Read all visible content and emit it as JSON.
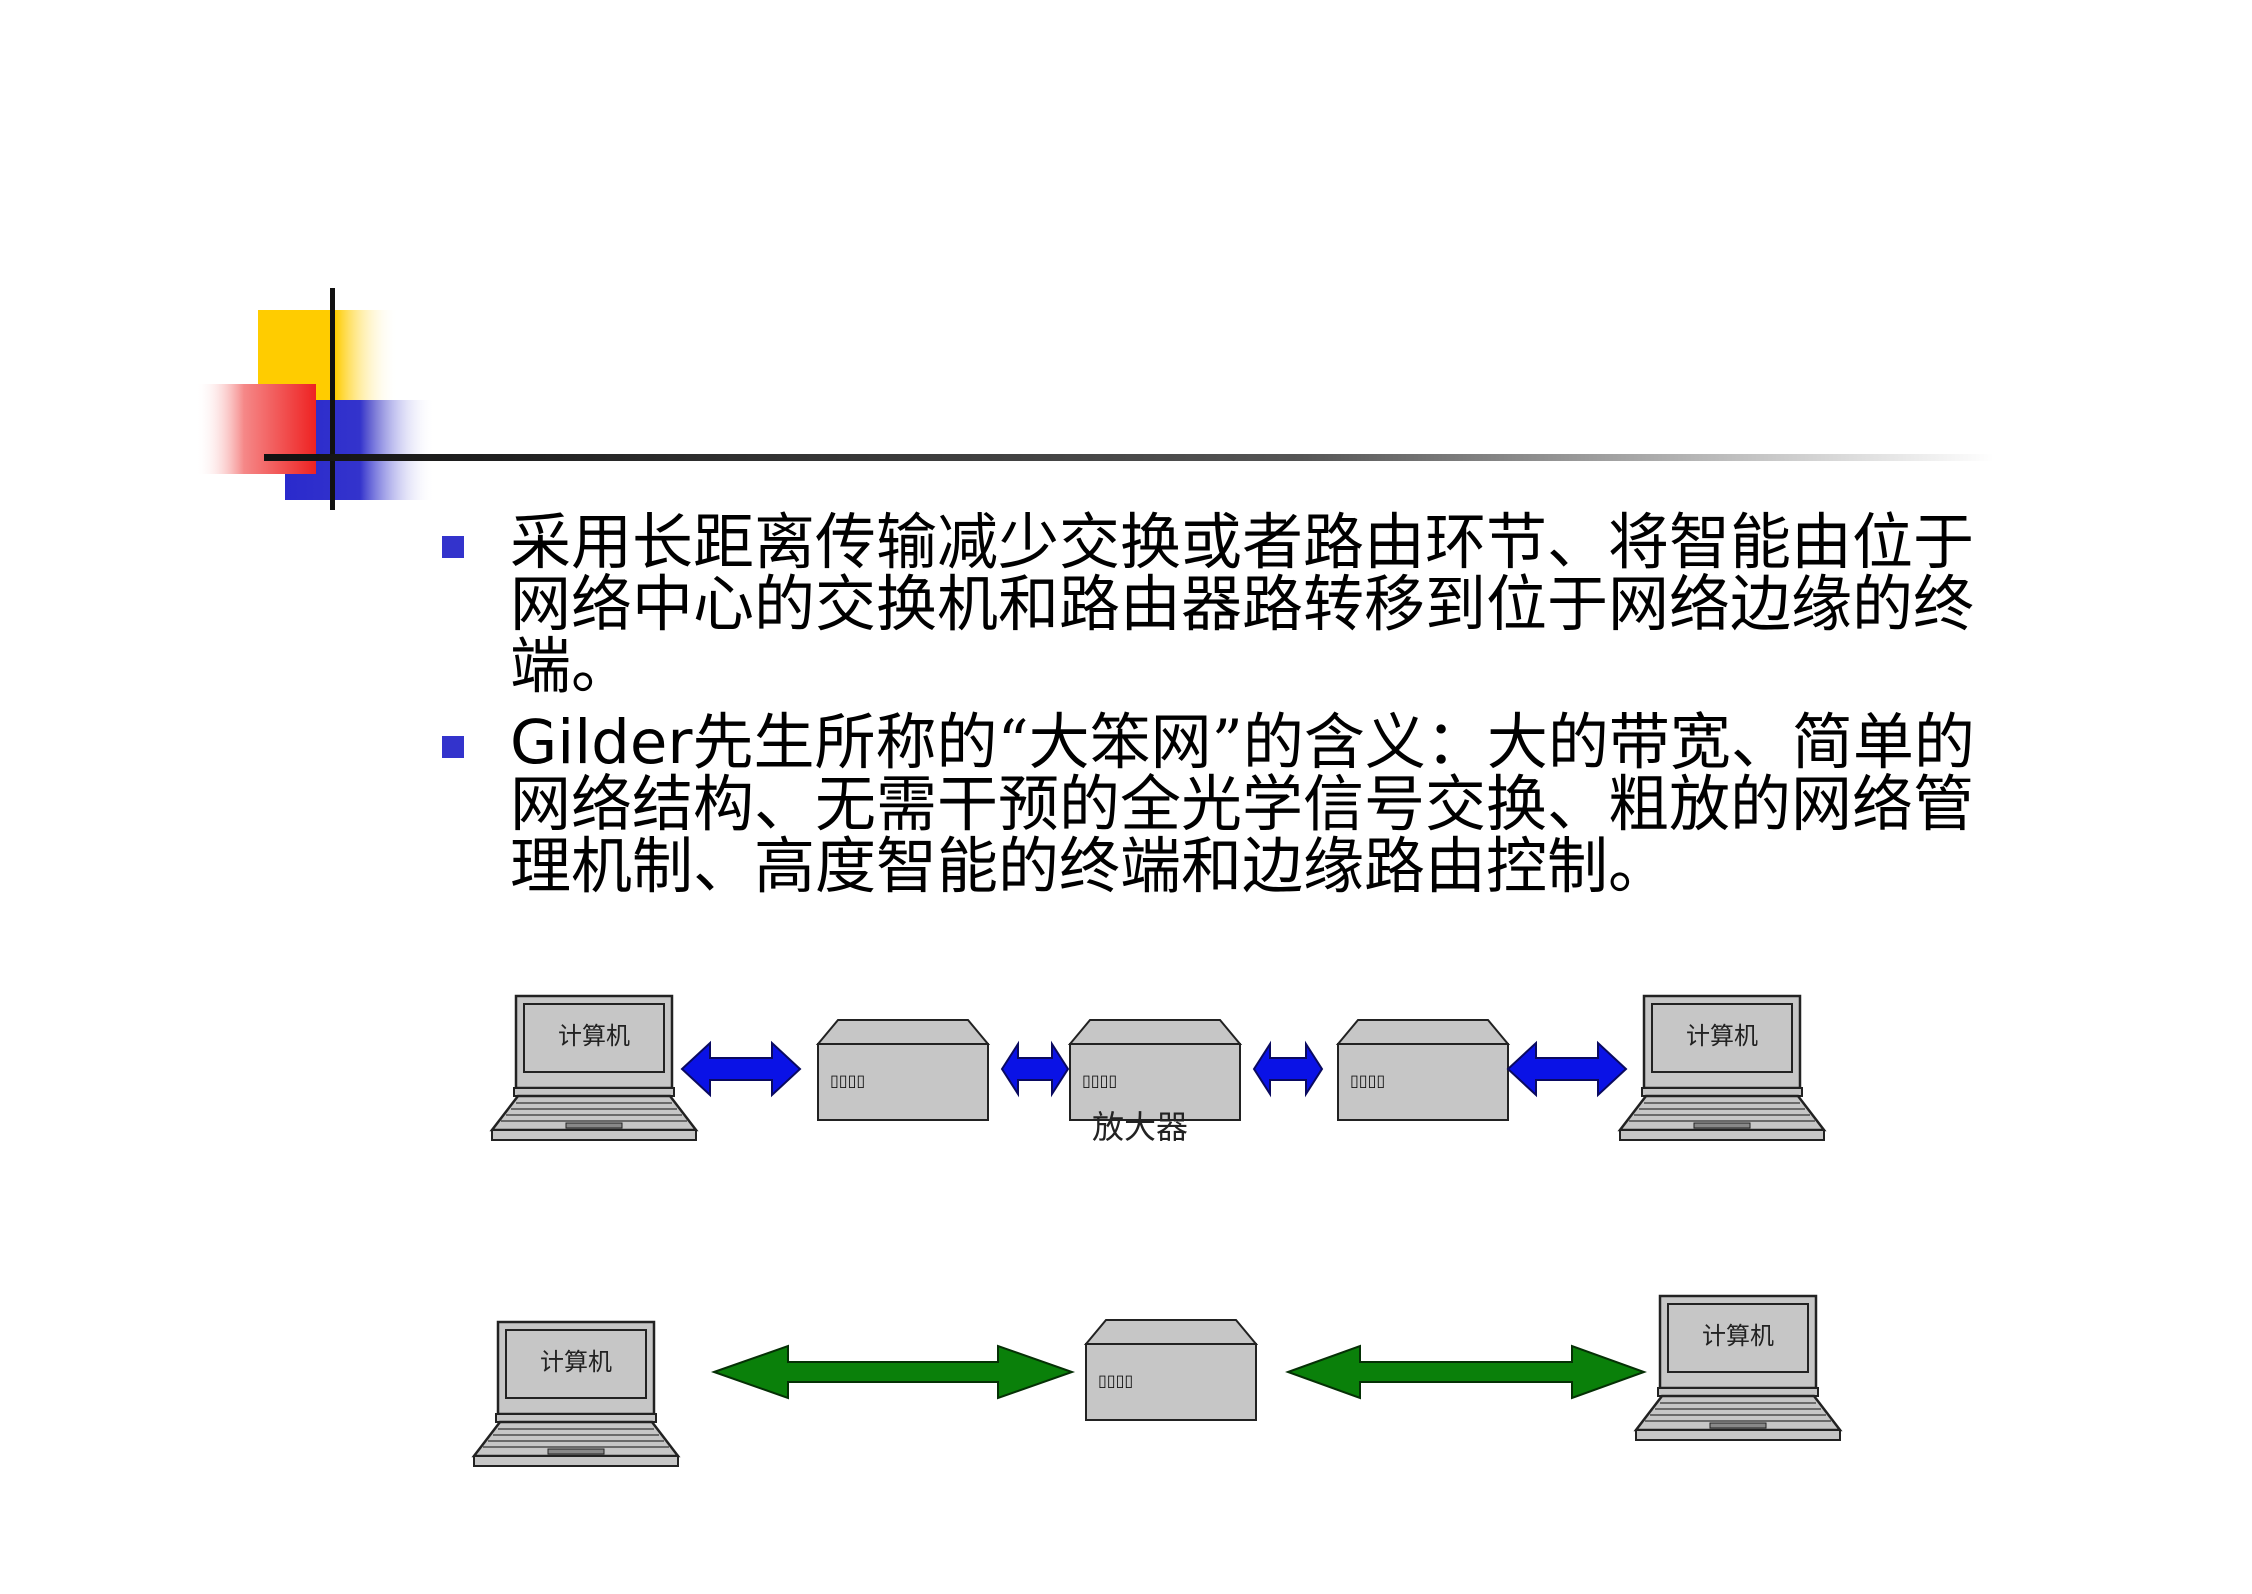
{
  "colors": {
    "bullet": "#3333cc",
    "blue_arrow": "#0a12e6",
    "green_arrow": "#0a800a",
    "device_fill": "#c6c6c6",
    "deco_yellow": "#ffcc00",
    "deco_red": "#ee3333",
    "deco_blue": "#3333cc"
  },
  "bullets": [
    {
      "lead": "",
      "text": "采用长距离传输减少交换或者路由环节、将智能由位于网络中心的交换机和路由器路转移到位于网络边缘的终端。"
    },
    {
      "lead": "Gilder",
      "text": "先生所称的“大笨网”的含义：大的带宽、简单的网络结构、无需干预的全光学信号交换、粗放的网络管理机制、高度智能的终端和边缘路由控制。"
    }
  ],
  "diagram": {
    "computer_label": "计算机",
    "device_ports": "▯▯▯▯",
    "amplifier_label": "放大器"
  }
}
